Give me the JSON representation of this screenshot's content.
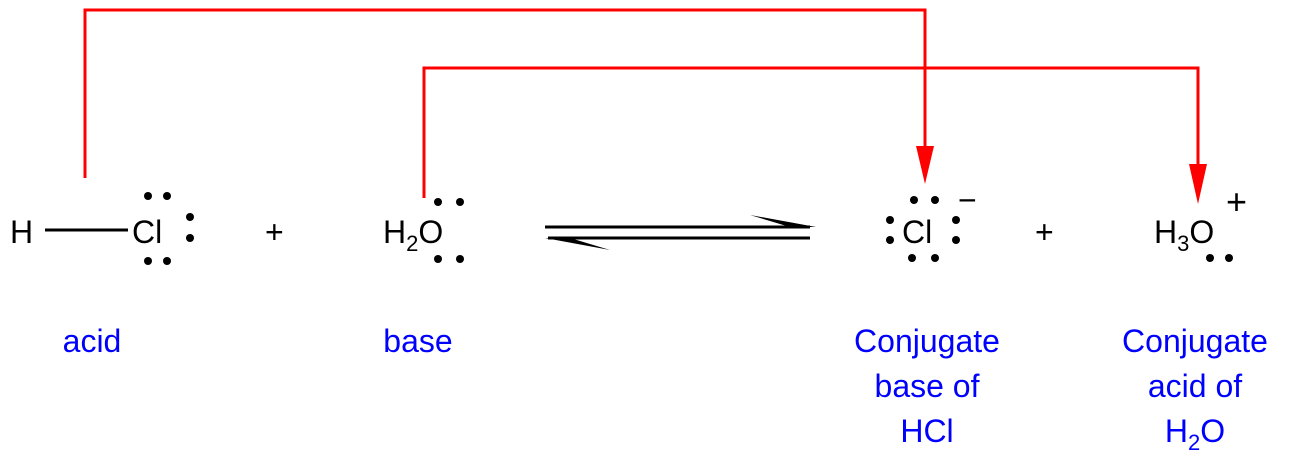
{
  "colors": {
    "arrow": "#ff0000",
    "label": "#0000ff",
    "chem": "#000000"
  },
  "reactants": {
    "hcl": {
      "h": "H",
      "cl": "Cl"
    },
    "plus": "+",
    "water": {
      "h": "H",
      "sub": "2",
      "o": "O"
    }
  },
  "products": {
    "chloride": {
      "cl": "Cl",
      "charge": "−"
    },
    "plus": "+",
    "hydronium": {
      "h": "H",
      "sub": "3",
      "o": "O",
      "charge": "+"
    }
  },
  "labels": {
    "acid": "acid",
    "base": "base",
    "conj_base": [
      "Conjugate",
      "base of",
      "HCl"
    ],
    "conj_acid": [
      "Conjugate",
      "acid of"
    ],
    "conj_acid_h2o": {
      "h": "H",
      "sub": "2",
      "o": "O"
    }
  }
}
